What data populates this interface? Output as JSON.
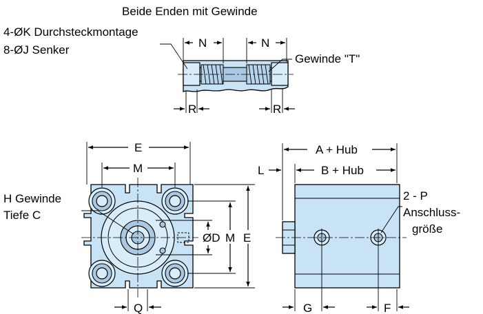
{
  "colors": {
    "body_fill": "#c8e2f6",
    "line": "#000000"
  },
  "top": {
    "title": "Beide Enden mit Gewinde",
    "mount_line1": "4-ØK Durchsteckmontage",
    "mount_line2": "8-ØJ Senker",
    "thread_label": "Gewinde \"T\"",
    "dim_n": "N",
    "dim_r": "R"
  },
  "front": {
    "dim_e": "E",
    "dim_m": "M",
    "dim_q": "Q",
    "dim_d": "ØD",
    "thread_line1": "H Gewinde",
    "thread_line2": "Tiefe C"
  },
  "side": {
    "dim_a": "A + Hub",
    "dim_b": "B + Hub",
    "dim_l": "L",
    "dim_g": "G",
    "dim_f": "F",
    "port_line1": "2 - P",
    "port_line2": "Anschluss-",
    "port_line3": "größe"
  }
}
